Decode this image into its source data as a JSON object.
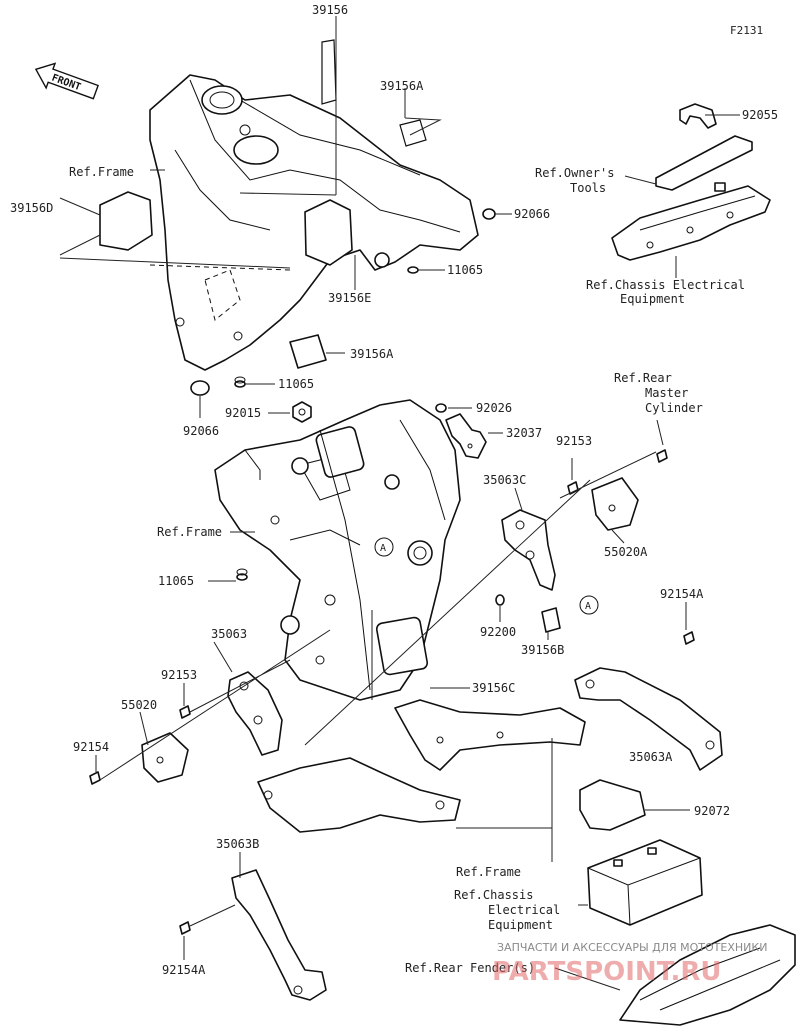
{
  "figure_id": "F2131",
  "front_label": "FRONT",
  "callout_letter": "A",
  "watermark": {
    "line1": "ЗАПЧАСТИ И АКСЕССУАРЫ ДЛЯ МОТОТЕХНИКИ",
    "line2": "PARTSPOINT.RU"
  },
  "labels": [
    {
      "id": "l1",
      "text": "39156"
    },
    {
      "id": "l2",
      "text": "39156A"
    },
    {
      "id": "l3",
      "text": "92055"
    },
    {
      "id": "l4a",
      "text": "Ref.Owner's"
    },
    {
      "id": "l4b",
      "text": "Tools"
    },
    {
      "id": "l5",
      "text": "Ref.Frame"
    },
    {
      "id": "l6",
      "text": "39156D"
    },
    {
      "id": "l7",
      "text": "92066"
    },
    {
      "id": "l8",
      "text": "11065"
    },
    {
      "id": "l9",
      "text": "39156E"
    },
    {
      "id": "l10a",
      "text": "Ref.Chassis Electrical"
    },
    {
      "id": "l10b",
      "text": "Equipment"
    },
    {
      "id": "l11",
      "text": "39156A"
    },
    {
      "id": "l12",
      "text": "11065"
    },
    {
      "id": "l13",
      "text": "92066"
    },
    {
      "id": "l14a",
      "text": "Ref.Rear"
    },
    {
      "id": "l14b",
      "text": "Master"
    },
    {
      "id": "l14c",
      "text": "Cylinder"
    },
    {
      "id": "l15",
      "text": "92015"
    },
    {
      "id": "l16",
      "text": "92026"
    },
    {
      "id": "l17",
      "text": "32037"
    },
    {
      "id": "l18",
      "text": "92153"
    },
    {
      "id": "l19",
      "text": "35063C"
    },
    {
      "id": "l20",
      "text": "Ref.Frame"
    },
    {
      "id": "l21",
      "text": "55020A"
    },
    {
      "id": "l22",
      "text": "11065"
    },
    {
      "id": "l23",
      "text": "92154A"
    },
    {
      "id": "l24",
      "text": "92200"
    },
    {
      "id": "l25",
      "text": "35063"
    },
    {
      "id": "l26",
      "text": "39156B"
    },
    {
      "id": "l27",
      "text": "92153"
    },
    {
      "id": "l28",
      "text": "39156C"
    },
    {
      "id": "l29",
      "text": "55020"
    },
    {
      "id": "l30",
      "text": "92154"
    },
    {
      "id": "l31",
      "text": "35063A"
    },
    {
      "id": "l32",
      "text": "92072"
    },
    {
      "id": "l33",
      "text": "35063B"
    },
    {
      "id": "l34",
      "text": "Ref.Frame"
    },
    {
      "id": "l35a",
      "text": "Ref.Chassis"
    },
    {
      "id": "l35b",
      "text": "Electrical"
    },
    {
      "id": "l35c",
      "text": "Equipment"
    },
    {
      "id": "l36",
      "text": "92154A"
    },
    {
      "id": "l37",
      "text": "Ref.Rear Fender(s)"
    }
  ]
}
